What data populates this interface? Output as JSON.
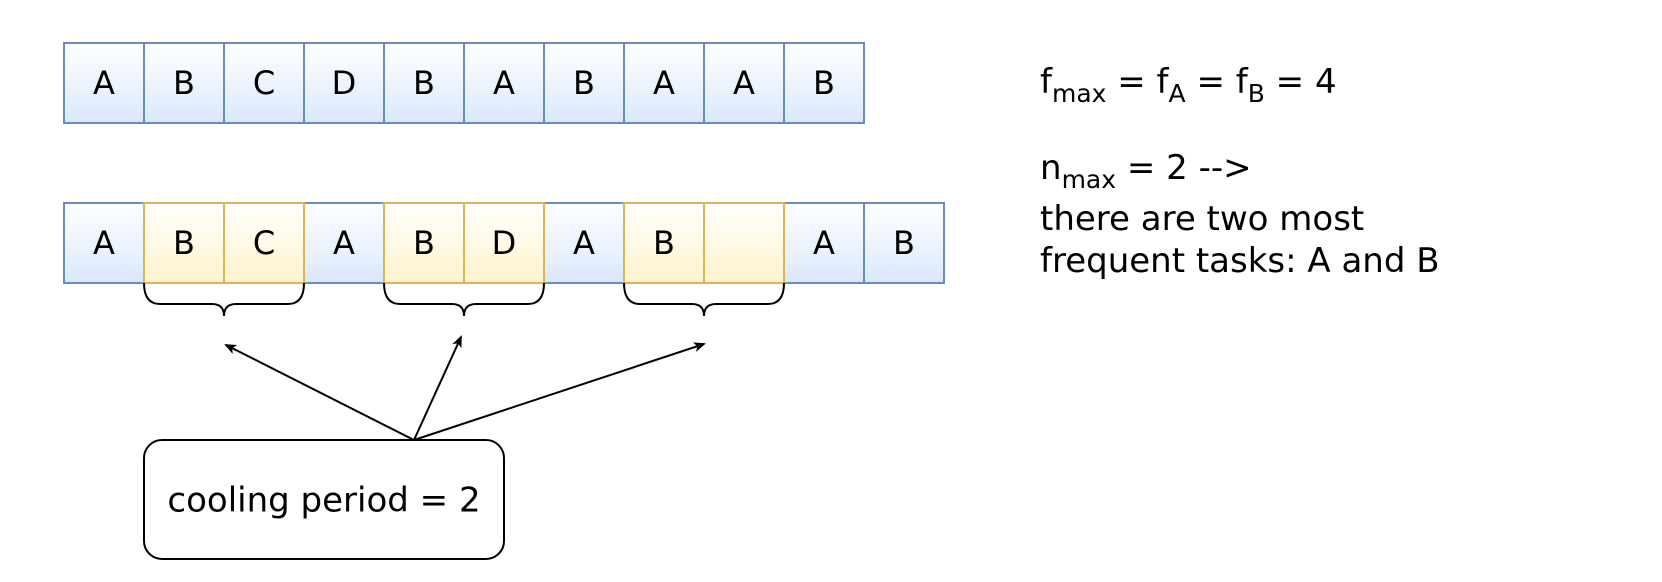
{
  "row1": {
    "cells": [
      {
        "label": "A",
        "kind": "task"
      },
      {
        "label": "B",
        "kind": "task"
      },
      {
        "label": "C",
        "kind": "task"
      },
      {
        "label": "D",
        "kind": "task"
      },
      {
        "label": "B",
        "kind": "task"
      },
      {
        "label": "A",
        "kind": "task"
      },
      {
        "label": "B",
        "kind": "task"
      },
      {
        "label": "A",
        "kind": "task"
      },
      {
        "label": "A",
        "kind": "task"
      },
      {
        "label": "B",
        "kind": "task"
      }
    ]
  },
  "row2": {
    "cells": [
      {
        "label": "A",
        "kind": "task"
      },
      {
        "label": "B",
        "kind": "cooling"
      },
      {
        "label": "C",
        "kind": "cooling"
      },
      {
        "label": "A",
        "kind": "task"
      },
      {
        "label": "B",
        "kind": "cooling"
      },
      {
        "label": "D",
        "kind": "cooling"
      },
      {
        "label": "A",
        "kind": "task"
      },
      {
        "label": "B",
        "kind": "cooling"
      },
      {
        "label": "",
        "kind": "cooling"
      },
      {
        "label": "A",
        "kind": "task"
      },
      {
        "label": "B",
        "kind": "task"
      }
    ]
  },
  "callout": {
    "label": "cooling period = 2"
  },
  "notes": {
    "fmax": {
      "f1": "f",
      "s1": "max",
      "eq1": " = f",
      "s2": "A",
      "eq2": " = f",
      "s3": "B",
      "tail": " = 4"
    },
    "nmax": {
      "n": "n",
      "s": "max",
      "tail": " = 2 -->"
    },
    "line3": "there are two most",
    "line4": "frequent tasks: A and B"
  },
  "colors": {
    "task_fill_top": "#ffffff",
    "task_fill_bottom": "#dae8fc",
    "task_stroke": "#6c8ebf",
    "cooling_fill_top": "#ffffff",
    "cooling_fill_bottom": "#fff2cc",
    "cooling_stroke": "#d6b656"
  }
}
